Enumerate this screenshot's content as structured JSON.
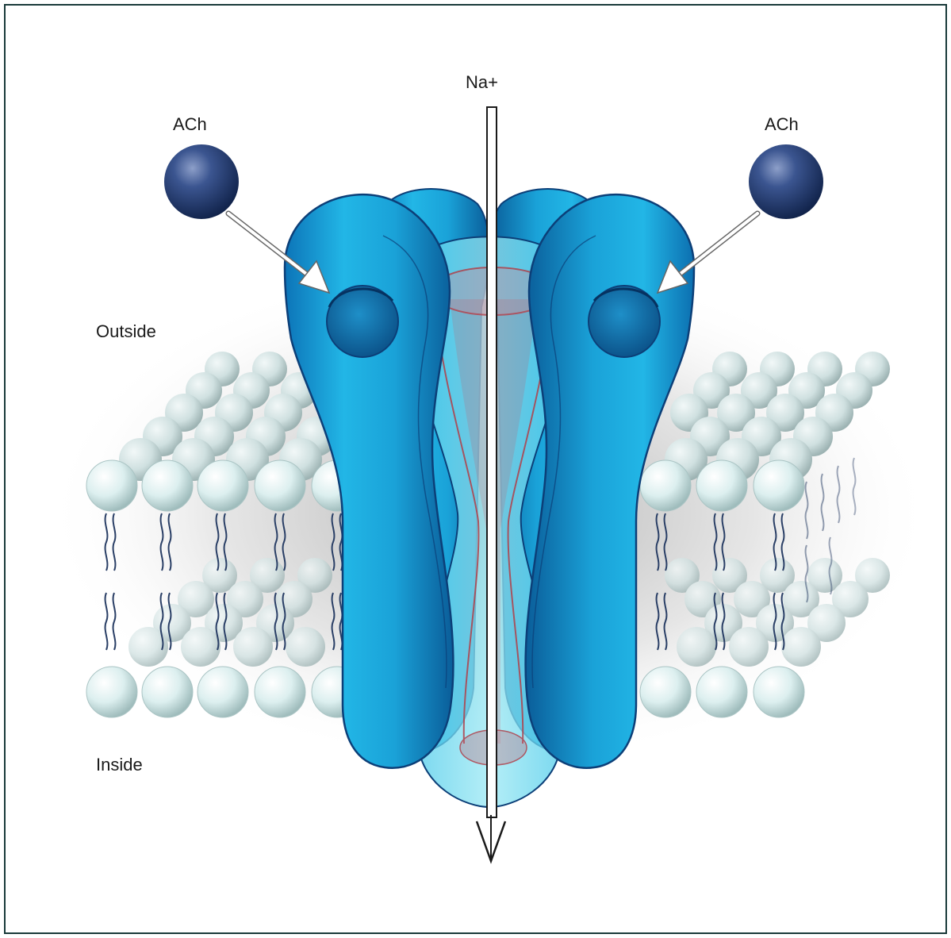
{
  "labels": {
    "ion": "Na+",
    "ligand_left": "ACh",
    "ligand_right": "ACh",
    "outside": "Outside",
    "inside": "Inside"
  },
  "colors": {
    "channel": "#1ea7d8",
    "channel_dark": "#0b5f9a",
    "channel_outline": "#0c3f78",
    "pore_core": "#7fe0f0",
    "pore_red": "#c0443f",
    "ligand": "#1b3566",
    "lipid_head": "#dff1f1",
    "lipid_tail": "#2a3f66",
    "arrow": "#ffffff"
  },
  "icons": {
    "ligand": "sphere-icon",
    "ion_flow": "down-arrow-icon"
  }
}
